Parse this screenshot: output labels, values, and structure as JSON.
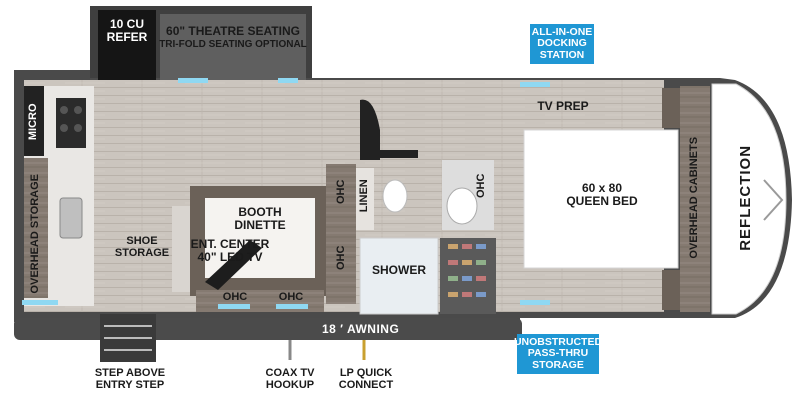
{
  "labels": {
    "refer": "10 CU\nREFER",
    "theatre": "60\" THEATRE SEATING",
    "trifold": "TRI-FOLD SEATING OPTIONAL",
    "micro": "MICRO",
    "overhead_storage": "OVERHEAD STORAGE",
    "shoe_storage": "SHOE\nSTORAGE",
    "booth_dinette": "BOOTH\nDINETTE",
    "ent_center": "ENT. CENTER\n40\" LED TV",
    "ohc": "OHC",
    "linen": "LINEN",
    "shower": "SHOWER",
    "tv_prep": "TV PREP",
    "queen_bed": "60 x 80\nQUEEN BED",
    "overhead_cabinets": "OVERHEAD CABINETS",
    "brand": "REFLECTION",
    "awning": "18 ′ AWNING",
    "step_above": "STEP ABOVE\nENTRY STEP",
    "coax": "COAX TV\nHOOKUP",
    "lp": "LP QUICK\nCONNECT"
  },
  "callouts": {
    "docking": "ALL-IN-ONE\nDOCKING\nSTATION",
    "passthru": "UNOBSTRUCTED\nPASS-THRU\nSTORAGE"
  },
  "colors": {
    "floor": "#c9c3bc",
    "wall": "#4a4a4a",
    "cabinet": "#7e736a",
    "callout": "#1f97d4",
    "accent_light": "#8fd8f2",
    "awning": "#4b4b4b"
  }
}
